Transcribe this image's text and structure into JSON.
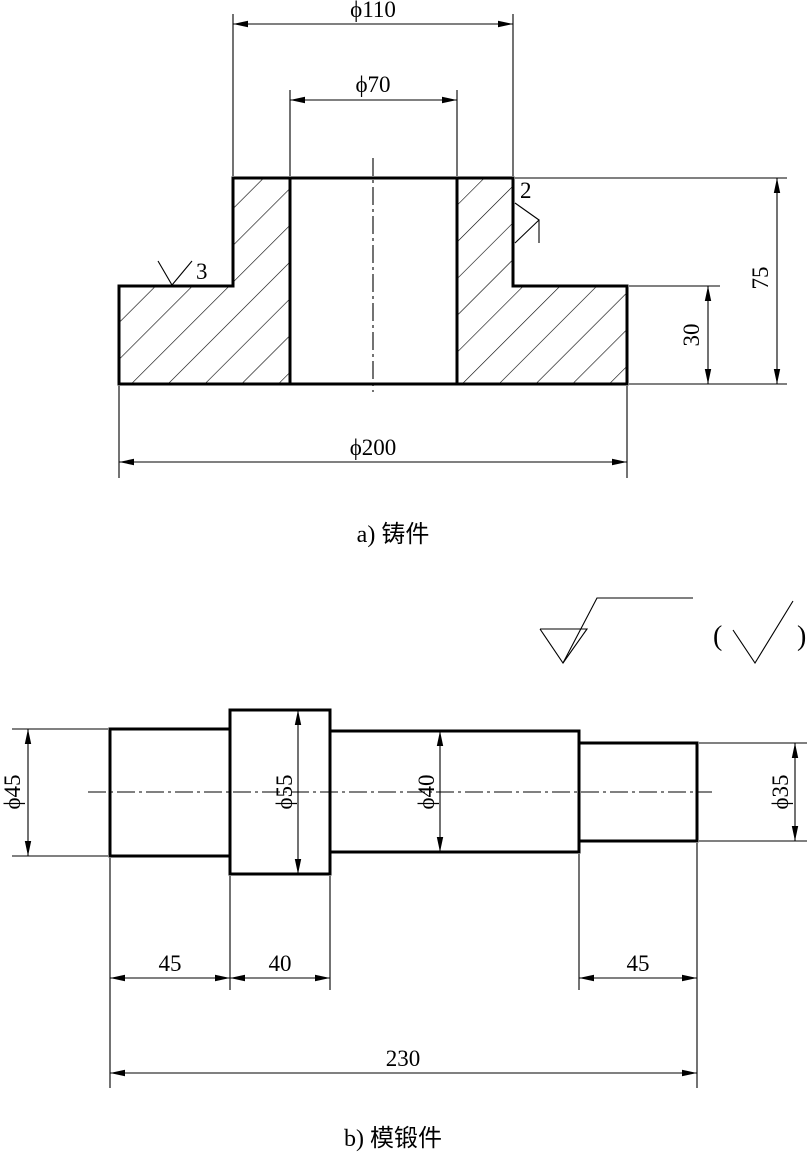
{
  "casting": {
    "caption": "a) 铸件",
    "dim_top_outer": "ϕ110",
    "dim_bore": "ϕ70",
    "dim_base": "ϕ200",
    "dim_flange_height": "30",
    "dim_total_height": "75",
    "roughness_left": "3",
    "roughness_right": "2"
  },
  "forging": {
    "caption": "b) 模锻件",
    "dia_1": "ϕ45",
    "dia_2": "ϕ55",
    "dia_3": "ϕ40",
    "dia_4": "ϕ35",
    "len_1": "45",
    "len_2": "40",
    "len_4": "45",
    "len_total": "230",
    "roughness_note_open": "(",
    "roughness_note_close": ")"
  }
}
